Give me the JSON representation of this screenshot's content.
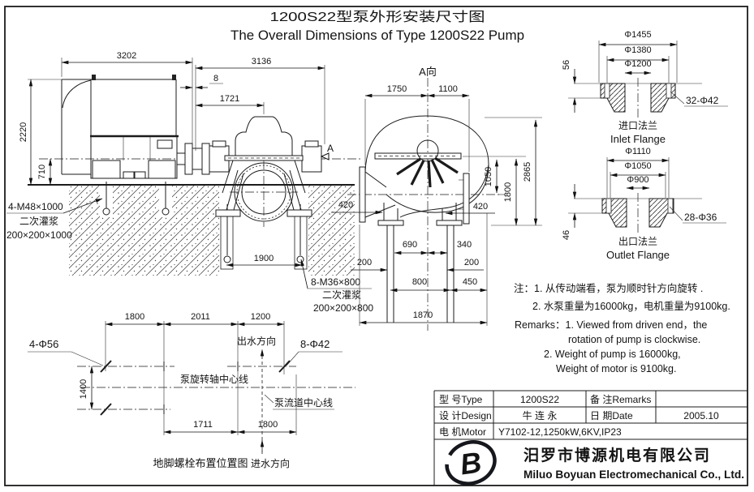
{
  "title": {
    "zh": "1200S22型泵外形安装尺寸图",
    "en": "The Overall Dimensions of Type 1200S22 Pump"
  },
  "side_view": {
    "dim_overall_motor": "3202",
    "dim_overall_pump": "3136",
    "dim_gap": "8",
    "dim_coupling_to_center": "1721",
    "dim_height": "2220",
    "dim_shaft_height": "710",
    "dim_pit": "1900",
    "label_view_arrow": "A",
    "anchor_front_line1": "4-M48×1000",
    "anchor_front_line2": "二次灌浆",
    "anchor_front_line3": "200×200×1000",
    "anchor_rear_line1": "8-M36×800",
    "anchor_rear_line2": "二次灌浆",
    "anchor_rear_line3": "200×200×800"
  },
  "view_a": {
    "label": "A向",
    "dim_left": "1750",
    "dim_right": "1100",
    "dim_420_left": "420",
    "dim_420_right": "420",
    "dim_1050": "1050",
    "dim_1800": "1800",
    "dim_2865": "2865",
    "dim_690": "690",
    "dim_340": "340",
    "dim_200_left": "200",
    "dim_200_right": "200",
    "dim_800": "800",
    "dim_450": "450",
    "dim_1870": "1870"
  },
  "inlet_flange": {
    "dia1": "Φ1455",
    "dia2": "Φ1380",
    "dia3": "Φ1200",
    "thickness": "56",
    "holes": "32-Φ42",
    "name_zh": "进口法兰",
    "name_en": "Inlet Flange"
  },
  "outlet_flange": {
    "dia1": "Φ1110",
    "dia2": "Φ1050",
    "dia3": "Φ900",
    "thickness": "46",
    "holes": "28-Φ36",
    "name_zh": "出口法兰",
    "name_en": "Outlet Flange"
  },
  "notes": {
    "zh1": "注：1. 从传动端看，泵为顺时针方向旋转 .",
    "zh2": "2. 水泵重量为16000kg，电机重量为9100kg.",
    "en1": "Remarks：1. Viewed from driven end，the",
    "en2": "rotation of pump is  clockwise.",
    "en3": "2. Weight of pump is 16000kg,",
    "en4": "Weight of motor is 9100kg."
  },
  "bolt_layout": {
    "dim_1800_top": "1800",
    "dim_2011": "2011",
    "dim_1200": "1200",
    "dim_1400": "1400",
    "dim_1711": "1711",
    "dim_1800_bottom": "1800",
    "bolts_large": "4-Φ56",
    "bolts_small": "8-Φ42",
    "outflow_label": "出水方向",
    "shaft_cl_label": "泵旋转轴中心线",
    "channel_cl_label": "泵流道中心线",
    "caption": "地脚螺栓布置位置图",
    "inflow_label": "进水方向"
  },
  "title_block": {
    "type_label": "型 号Type",
    "type_value": "1200S22",
    "remarks_label": "备 注Remarks",
    "remarks_value": "",
    "design_label": "设 计Design",
    "design_value": "牛 连 永",
    "date_label": "日 期Date",
    "date_value": "2005.10",
    "motor_label": "电 机Motor",
    "motor_value": "Y7102-12,1250kW,6KV,IP23"
  },
  "company": {
    "logo_letter": "B",
    "name_zh": "汨罗市博源机电有限公司",
    "name_en": "Miluo Boyuan Electromechanical Co., Ltd."
  }
}
